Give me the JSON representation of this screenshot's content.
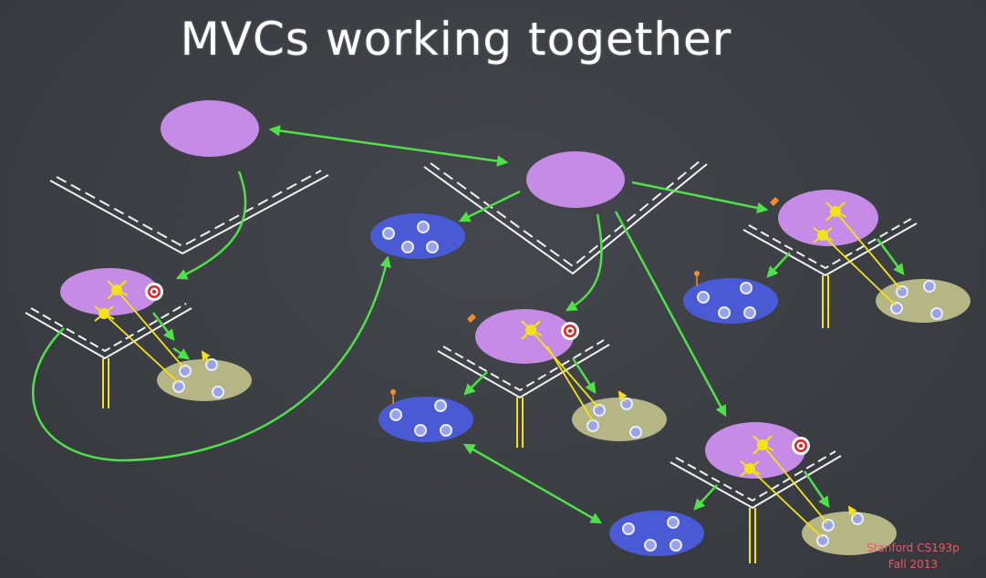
{
  "slide": {
    "title": "MVCs working together",
    "credit_line1": "Stanford CS193p",
    "credit_line2": "Fall 2013"
  },
  "colors": {
    "background": "#3b3e43",
    "controller": "#c58be6",
    "view": "#4a5ad4",
    "model": "#b5b586",
    "arrow_green": "#4fe04a",
    "action_yellow": "#f2e21c",
    "target_red": "#d8282e",
    "line_white": "#f2f2f2",
    "title_white": "#ffffff",
    "credit_red": "#e45b6a"
  },
  "icons": [
    "target-icon",
    "action-starburst-icon",
    "outlet-pin-icon"
  ]
}
